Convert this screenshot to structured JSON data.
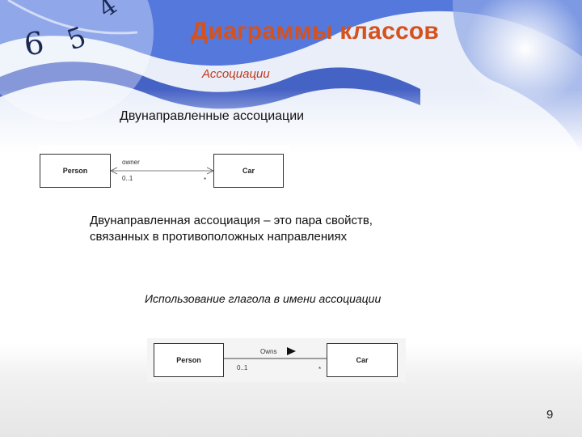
{
  "slide": {
    "title": "Диаграммы классов",
    "subtitle": "Ассоциации",
    "heading": "Двунаправленные ассоциации",
    "description": [
      "Двунаправленная ассоциация – это пара свойств,",
      "связанных в противоположных направлениях"
    ],
    "verb_note": "Использование глагола в имени ассоциации",
    "page_number": "9"
  },
  "diagram_bidirectional": {
    "class_left": "Person",
    "class_right": "Car",
    "role": "owner",
    "multiplicity_left": "0..1",
    "multiplicity_right": "*"
  },
  "diagram_verb": {
    "class_left": "Person",
    "class_right": "Car",
    "association_name": "Owns",
    "multiplicity_left": "0..1",
    "multiplicity_right": "*"
  },
  "decoration": {
    "clock_numerals": [
      "6",
      "5",
      "4"
    ]
  },
  "colors": {
    "title": "#d4521e",
    "subtitle": "#c0391a",
    "clock_blue": "#1f4fd8"
  }
}
